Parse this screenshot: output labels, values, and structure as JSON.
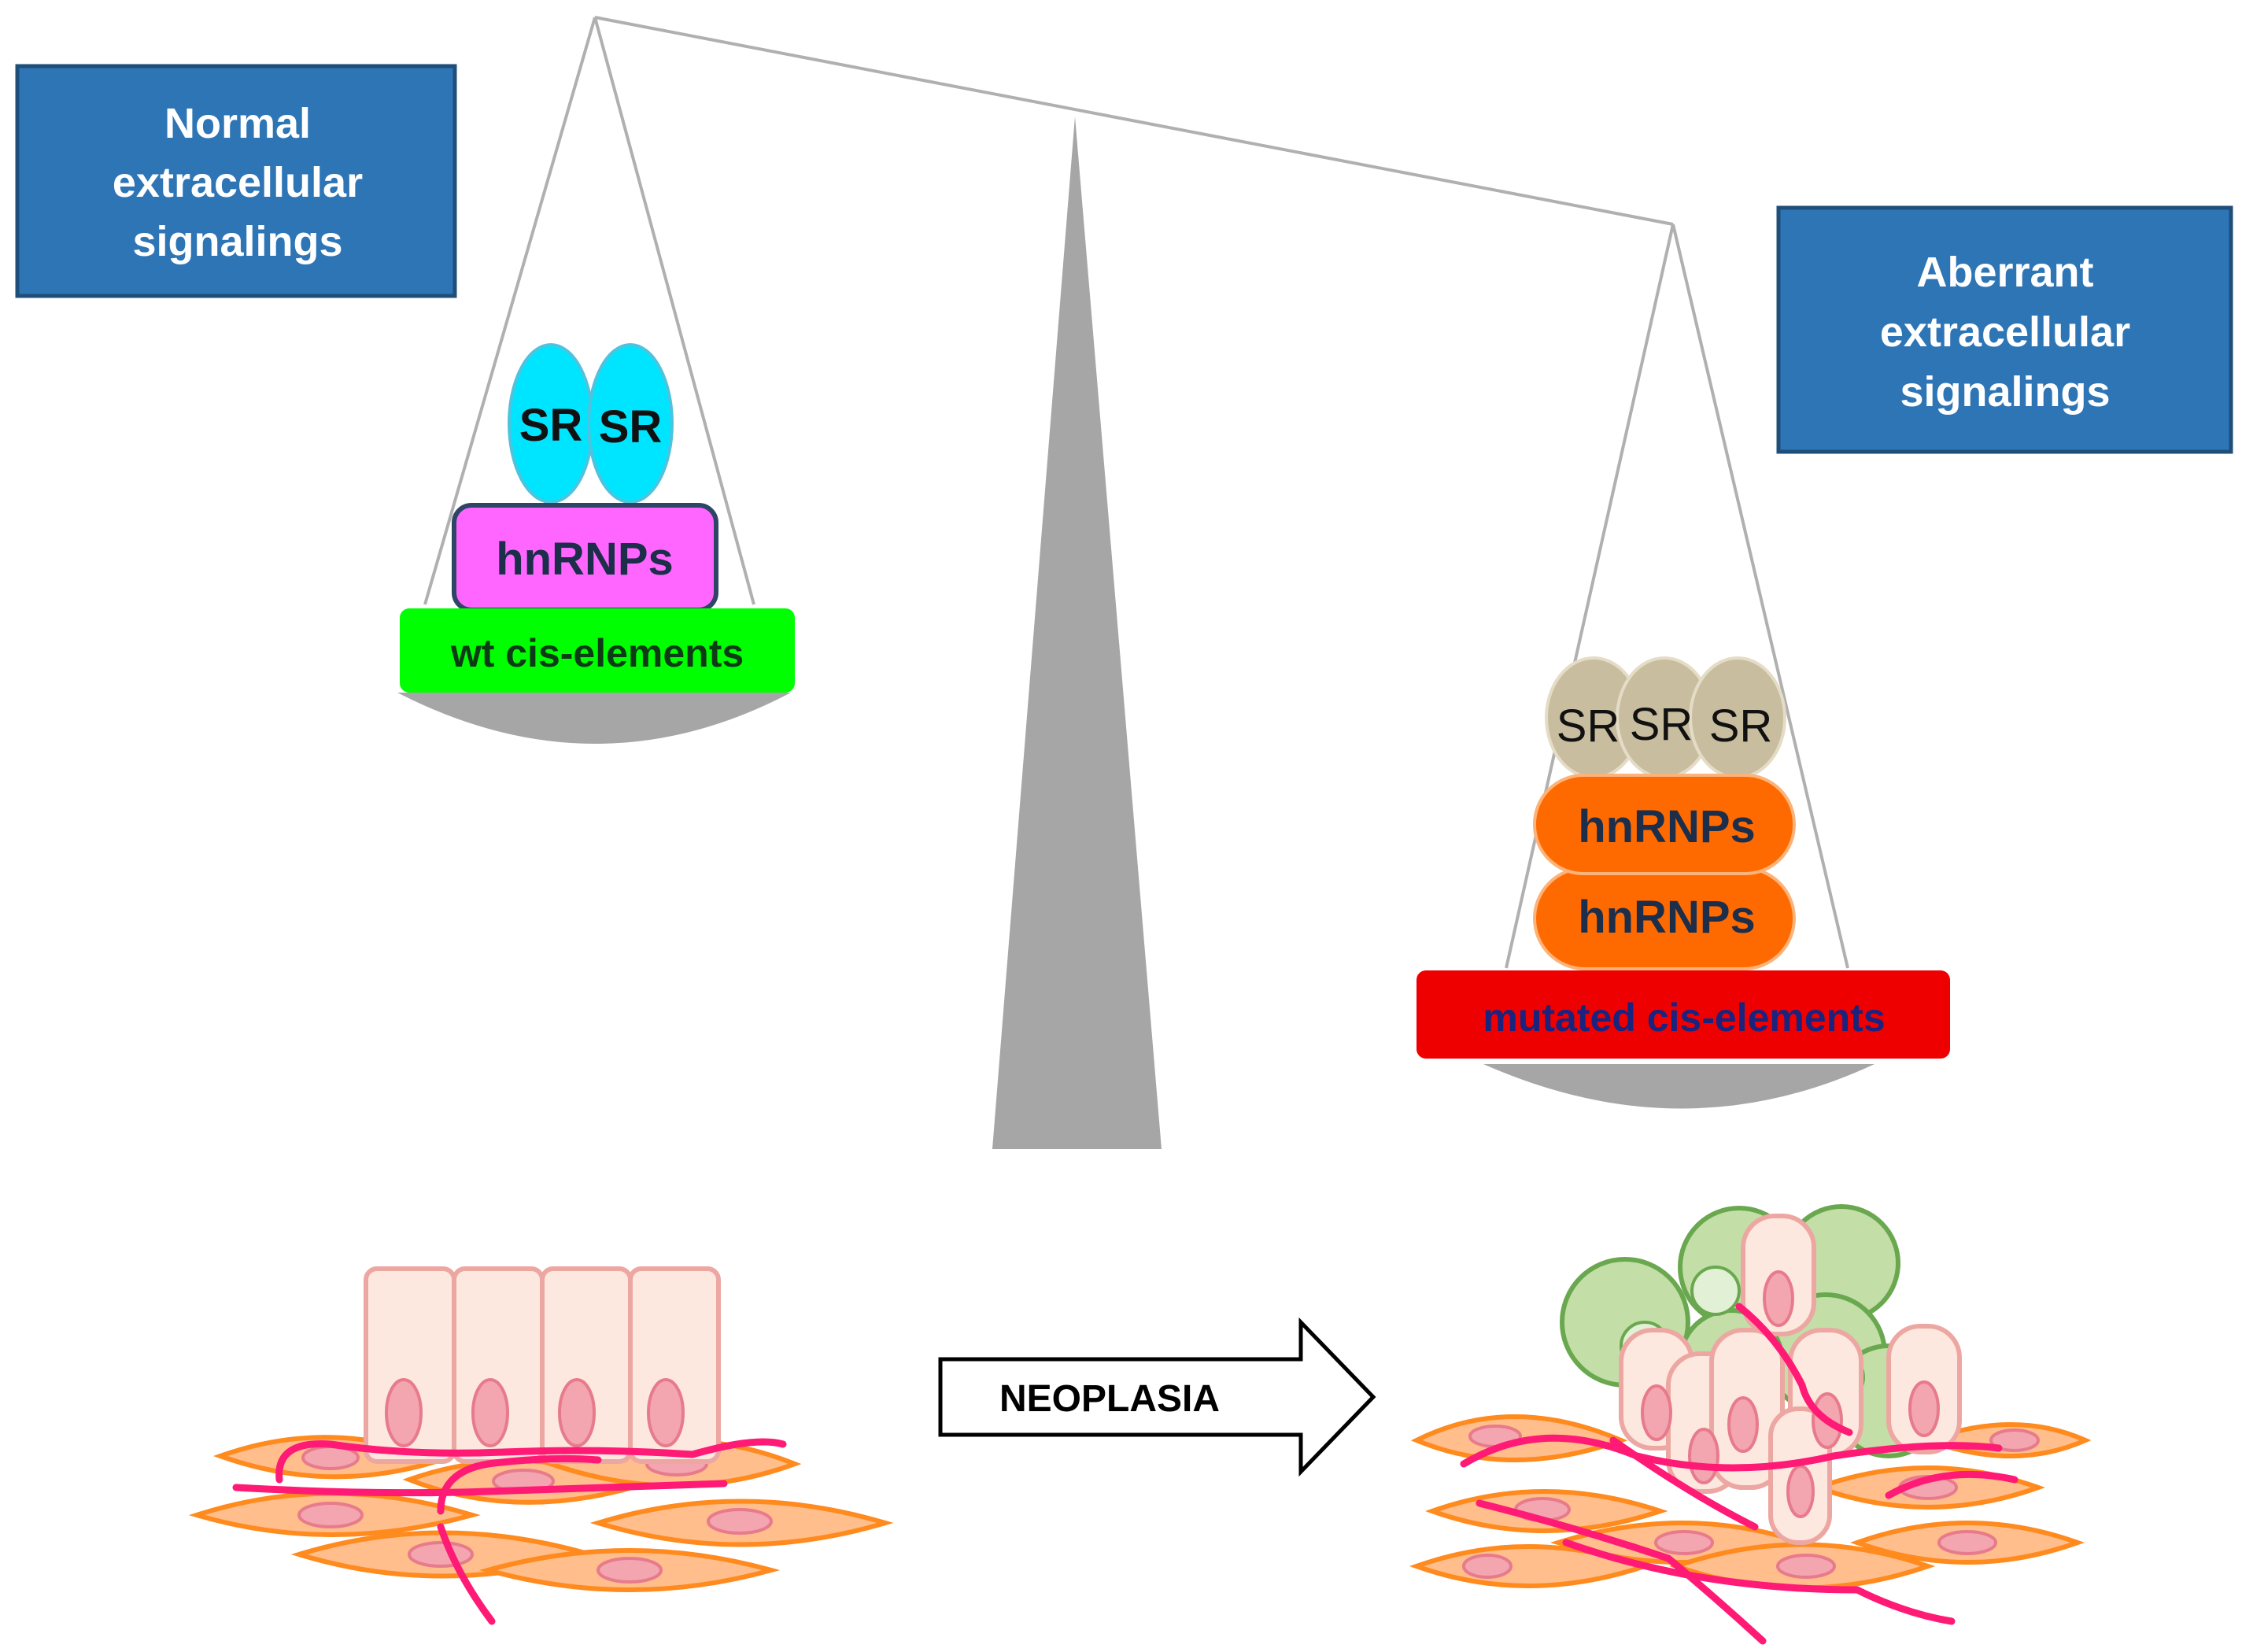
{
  "left_box": {
    "lines": [
      "Normal",
      "extracellular",
      "signalings"
    ],
    "color": "#2e75b6"
  },
  "right_box": {
    "lines": [
      "Aberrant",
      "extracellular",
      "signalings"
    ],
    "color": "#2e75b6"
  },
  "left_pan": {
    "sr_labels": [
      "SR",
      "SR"
    ],
    "sr_color": "#00e5ff",
    "hnrnp_label": "hnRNPs",
    "hnrnp_color": "#ff66ff",
    "cis_label": "wt cis-elements",
    "cis_color": "#00ff00"
  },
  "right_pan": {
    "sr_labels": [
      "SR",
      "SR",
      "SR"
    ],
    "sr_color": "#c8bd9e",
    "hnrnp_labels": [
      "hnRNPs",
      "hnRNPs"
    ],
    "hnrnp_color": "#ff6a00",
    "cis_label": "mutated  cis-elements",
    "cis_color": "#ee0000"
  },
  "arrow": {
    "label": "NEOPLASIA"
  }
}
